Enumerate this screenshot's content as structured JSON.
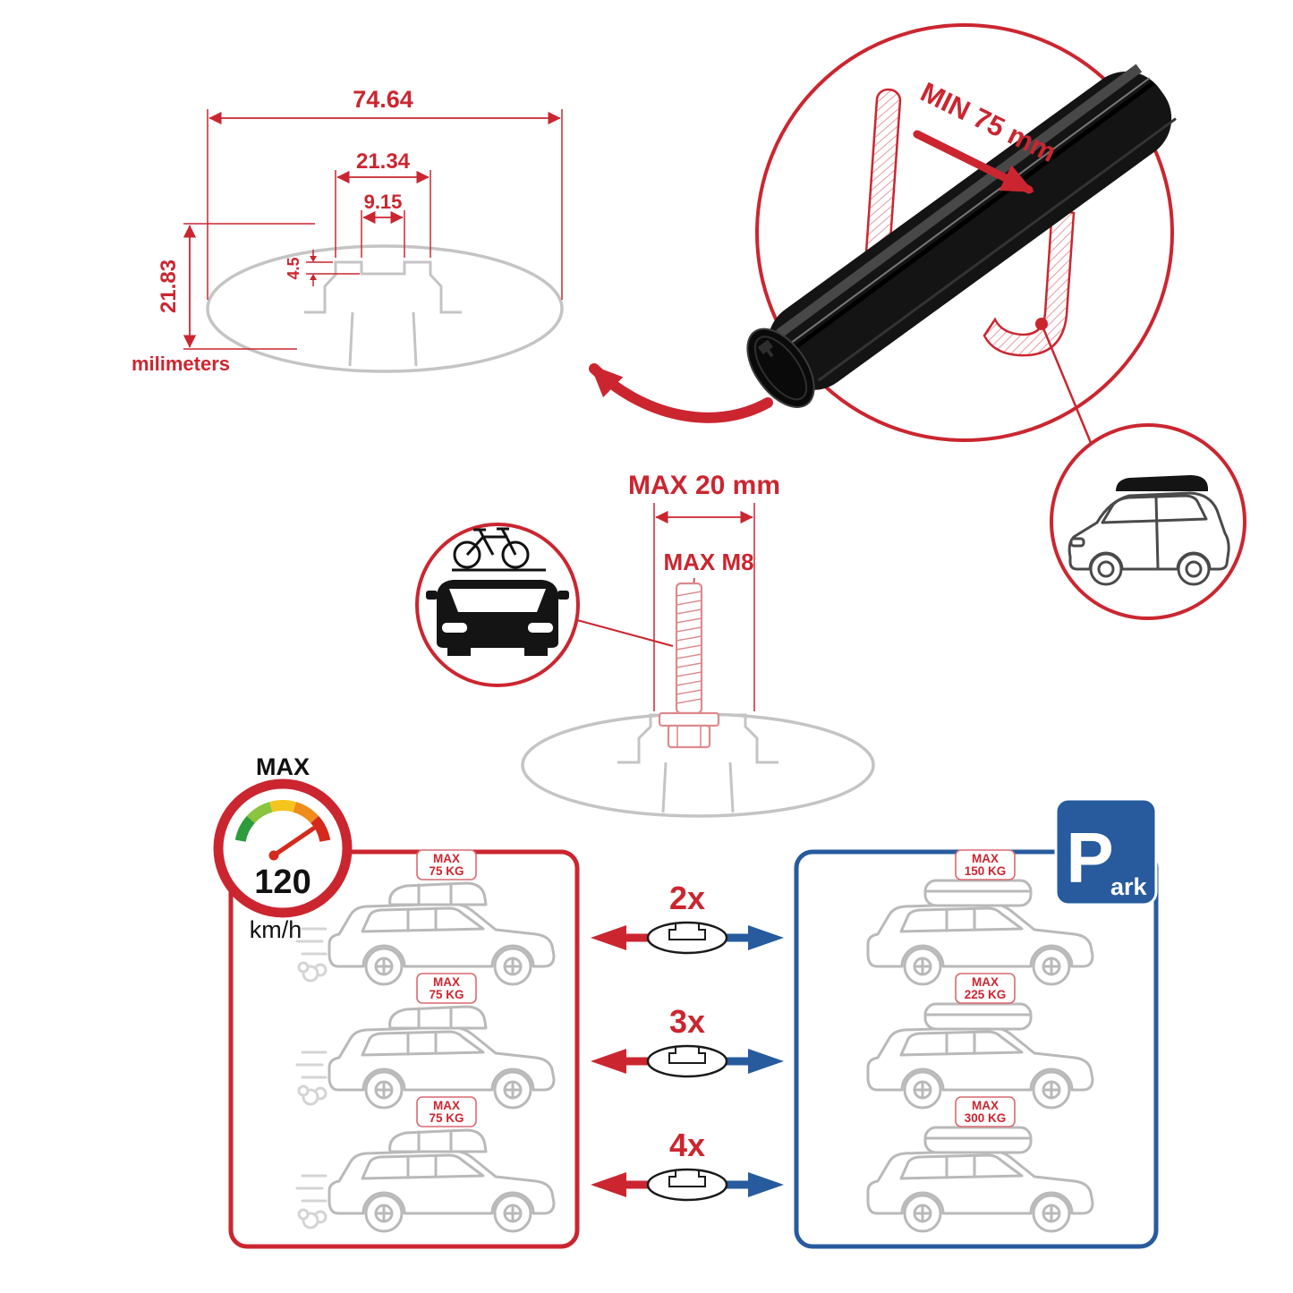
{
  "colors": {
    "accent_red": "#cb2630",
    "accent_blue": "#275b9e",
    "lineart_gray": "#c4c4c4",
    "bar_black": "#141414",
    "gauge_segments": [
      "#2e9b3c",
      "#8bc43f",
      "#f4c51e",
      "#f08c1e",
      "#d42a1e"
    ]
  },
  "profile_diagram": {
    "total_width": "74.64",
    "channel_width": "21.34",
    "slot_width": "9.15",
    "lip_depth": "4.5",
    "total_height": "21.83",
    "units_label": "milimeters"
  },
  "bar_detail": {
    "min_span_label": "MIN 75 mm"
  },
  "bolt_diagram": {
    "max_length_label": "MAX 20 mm",
    "max_thread_label": "MAX M8"
  },
  "speed_limit": {
    "title": "MAX",
    "value": "120",
    "units": "km/h"
  },
  "bar_counts": [
    "2x",
    "3x",
    "4x"
  ],
  "driving_panel": {
    "cars": [
      {
        "label_top": "MAX",
        "label_bottom": "75 KG"
      },
      {
        "label_top": "MAX",
        "label_bottom": "75 KG"
      },
      {
        "label_top": "MAX",
        "label_bottom": "75 KG"
      }
    ]
  },
  "parked_panel": {
    "park_sign": {
      "letter": "P",
      "suffix": "ark"
    },
    "cars": [
      {
        "label_top": "MAX",
        "label_bottom": "150 KG"
      },
      {
        "label_top": "MAX",
        "label_bottom": "225 KG"
      },
      {
        "label_top": "MAX",
        "label_bottom": "300 KG"
      }
    ]
  }
}
